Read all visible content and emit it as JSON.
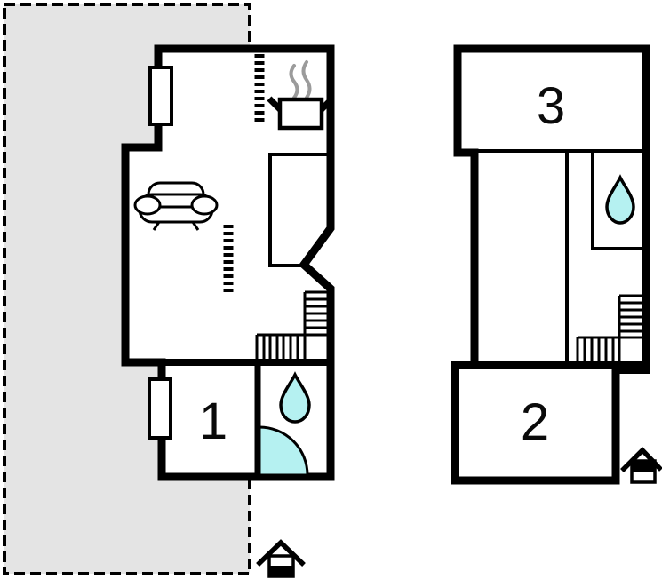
{
  "plan": {
    "type": "two-floor holiday house floor plan",
    "rooms": [
      {
        "id": "room-1",
        "label": "1",
        "floor": "ground"
      },
      {
        "id": "room-2",
        "label": "2",
        "floor": "upper"
      },
      {
        "id": "room-3",
        "label": "3",
        "floor": "upper"
      }
    ],
    "features": [
      "dashed-terrace-outline",
      "stove-with-steam",
      "sofa",
      "two-windows",
      "l-shaped-stairs-ground",
      "l-shaped-stairs-upper",
      "bathroom-water-drop-ground",
      "corner-shower-ground",
      "bathroom-water-drop-upper",
      "house-level-marker-ground",
      "house-level-marker-upper"
    ]
  },
  "colors": {
    "wall": "#000000",
    "terrace": "#e4e4e4",
    "water": "#b5f1f1",
    "steam": "#9b9b9b",
    "paper": "#ffffff"
  }
}
